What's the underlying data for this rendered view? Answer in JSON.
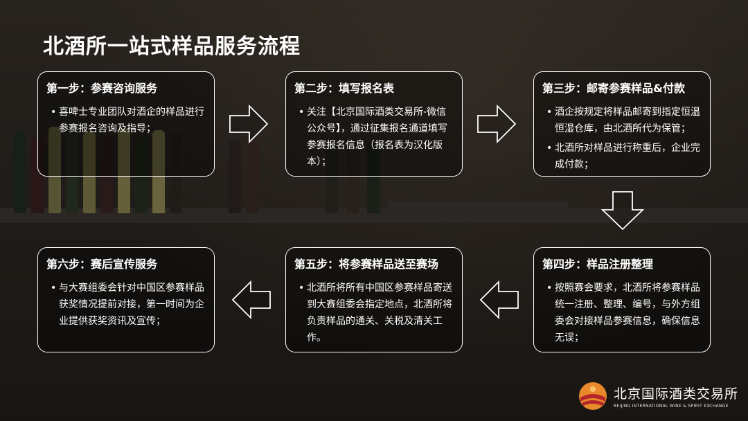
{
  "title": "北酒所一站式样品服务流程",
  "steps": [
    {
      "heading": "第一步：参赛咨询服务",
      "items": [
        "喜啤士专业团队对酒企的样品进行参赛报名咨询及指导；"
      ]
    },
    {
      "heading": "第二步：填写报名表",
      "items": [
        "关注【北京国际酒类交易所-微信公众号】，通过征集报名通道填写参赛报名信息（报名表为汉化版本）；"
      ]
    },
    {
      "heading": "第三步：邮寄参赛样品&付款",
      "items": [
        "酒企按规定将样品邮寄到指定恒温恒湿仓库，由北酒所代为保管；",
        "北酒所对样品进行称重后，企业完成付款；"
      ]
    },
    {
      "heading": "第四步：样品注册整理",
      "items": [
        "按照赛会要求，北酒所将参赛样品统一注册、整理、编号，与外方组委会对接样品参赛信息，确保信息无误；"
      ]
    },
    {
      "heading": "第五步：将参赛样品送至赛场",
      "items": [
        "北酒所将所有中国区参赛样品寄送到大赛组委会指定地点，北酒所将负责样品的通关、关税及清关工作。"
      ]
    },
    {
      "heading": "第六步：赛后宣传服务",
      "items": [
        "与大赛组委会针对中国区参赛样品获奖情况提前对接，第一时间为企业提供获奖资讯及宣传；"
      ]
    }
  ],
  "logo": {
    "name_cn": "北京国际酒类交易所",
    "name_en": "BEIJING INTERNATIONAL WINE & SPIRIT EXCHANGE"
  },
  "colors": {
    "text": "#ffffff",
    "card_border": "#ffffff",
    "logo_orange": "#e8892b",
    "logo_red": "#b4262c"
  }
}
